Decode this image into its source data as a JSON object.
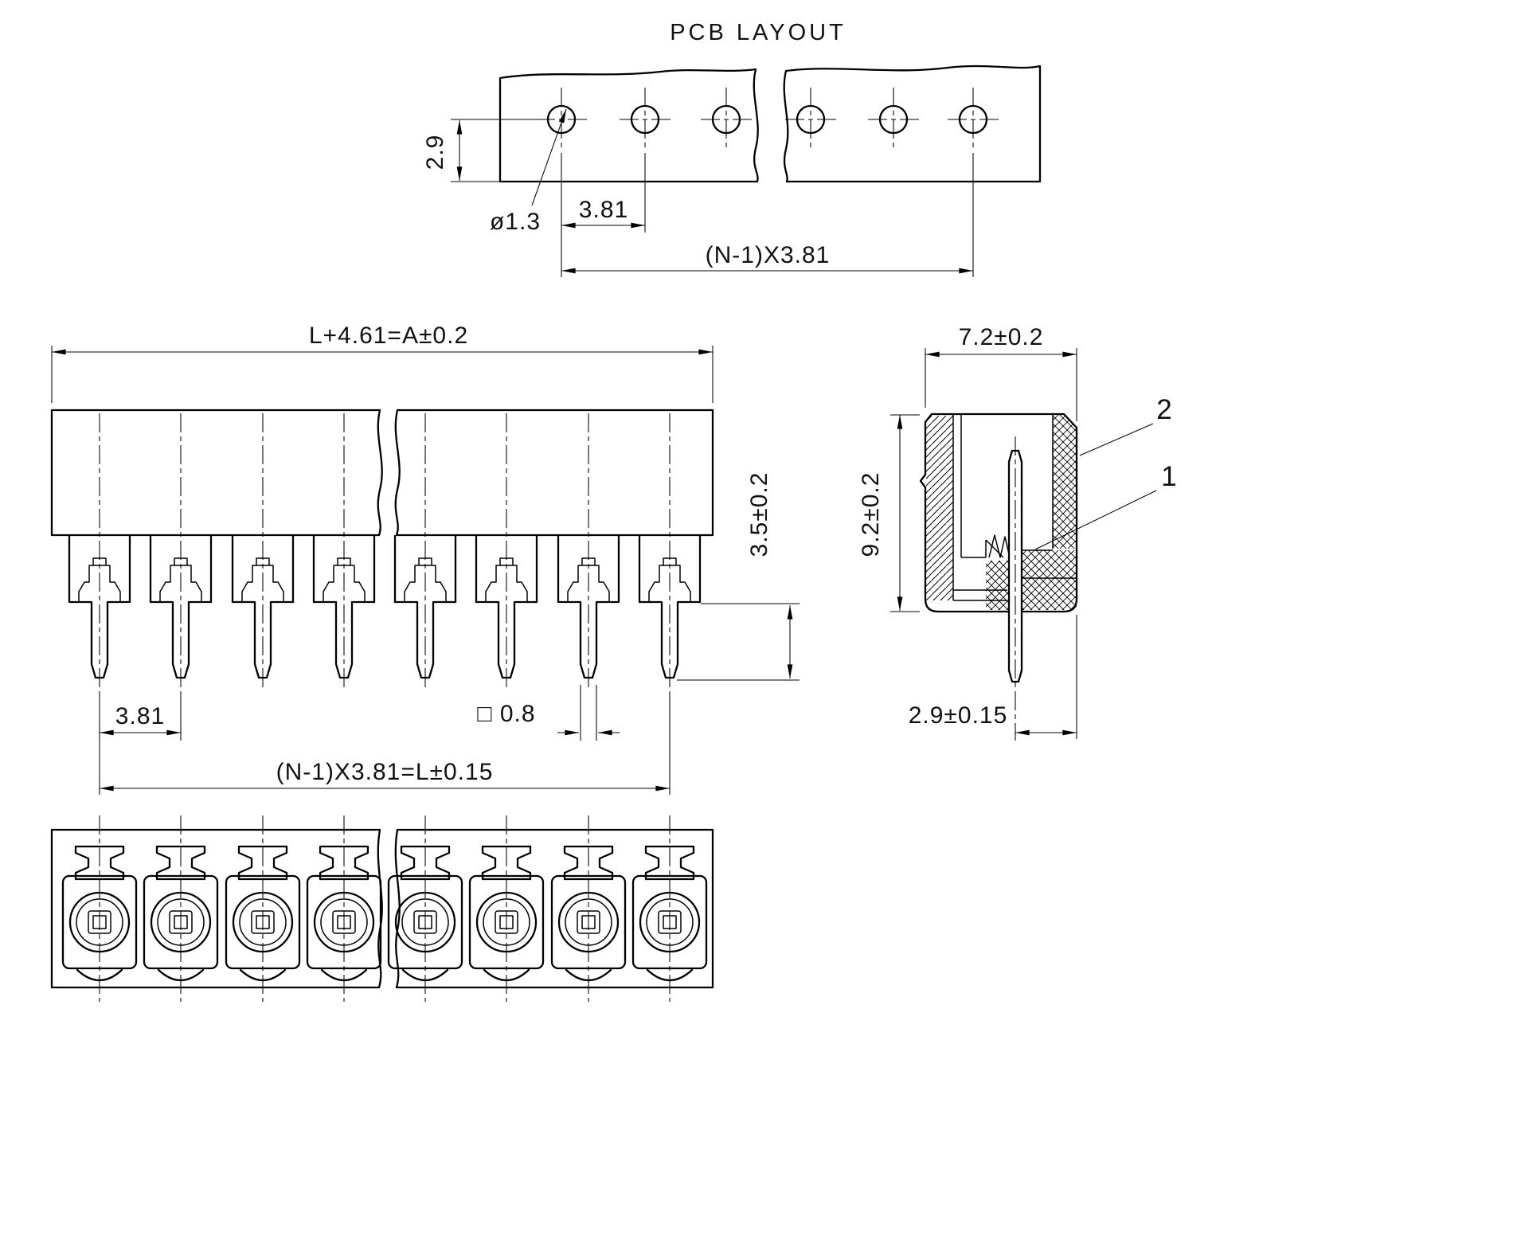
{
  "drawing": {
    "title": "PCB  LAYOUT",
    "views": {
      "pcb_layout": {
        "dims": {
          "edge_to_hole": "2.9",
          "hole_diameter": "ø1.3",
          "pitch": "3.81",
          "span": "(N-1)X3.81"
        }
      },
      "front": {
        "dims": {
          "overall": "L+4.61=A±0.2",
          "pitch": "3.81",
          "pin_square": "□ 0.8",
          "span": "(N-1)X3.81=L±0.15",
          "pin_length": "3.5±0.2"
        }
      },
      "side": {
        "dims": {
          "depth": "7.2±0.2",
          "height": "9.2±0.2",
          "pin_to_face": "2.9±0.15"
        },
        "callouts": [
          {
            "label": "2"
          },
          {
            "label": "1"
          }
        ]
      }
    }
  }
}
